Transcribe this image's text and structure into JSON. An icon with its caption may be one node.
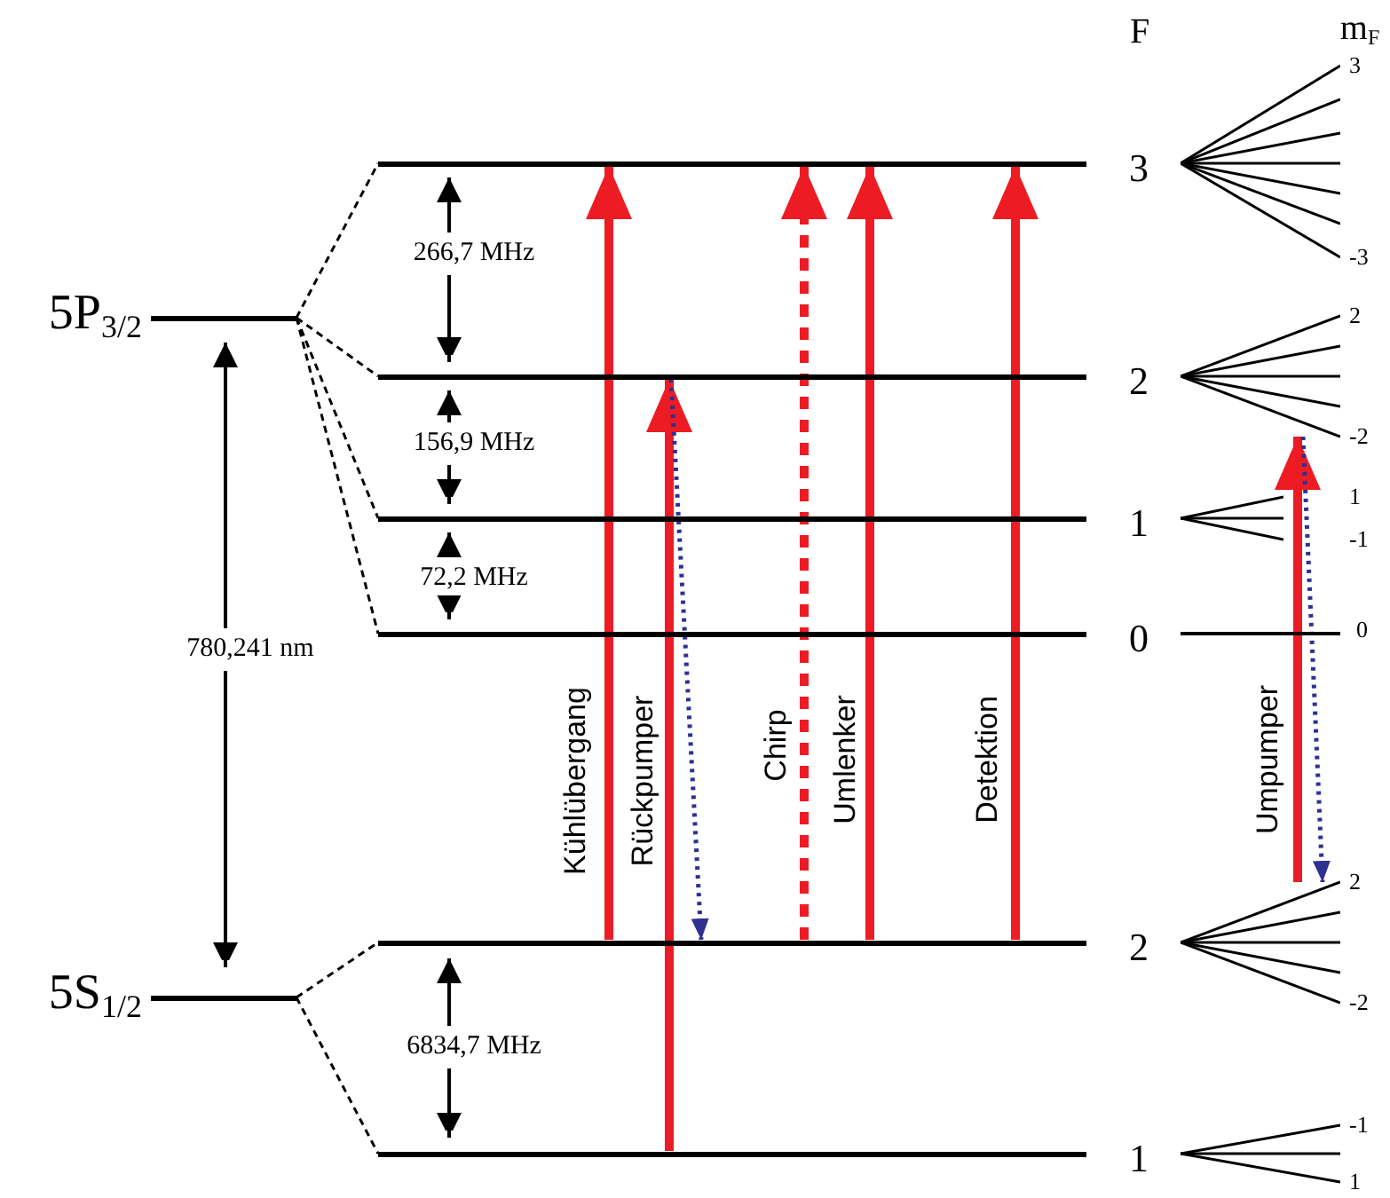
{
  "diagram": {
    "nodes": [
      {
        "text": [],
        "shape": "bar",
        "beside": [
          "5P$_{3/2}$"
        ]
      },
      {
        "text": [],
        "shape": "bar",
        "beside": [
          "5S$_{1/2}$"
        ]
      },
      {
        "text": [],
        "shape": "bar",
        "beside": [
          "3"
        ]
      },
      {
        "text": [],
        "shape": "bar",
        "beside": [
          "2"
        ]
      },
      {
        "text": [],
        "shape": "bar",
        "beside": [
          "1"
        ]
      },
      {
        "text": [],
        "shape": "bar",
        "beside": [
          "0"
        ]
      },
      {
        "text": [],
        "shape": "bar",
        "beside": [
          "2"
        ]
      },
      {
        "text": [],
        "shape": "bar",
        "beside": [
          "1"
        ]
      },
      {
        "text": [],
        "shape": "fan",
        "beside": [
          "3",
          "-3"
        ]
      },
      {
        "text": [],
        "shape": "fan",
        "beside": [
          "2",
          "-2"
        ]
      },
      {
        "text": [],
        "shape": "fan",
        "beside": [
          "1",
          "-1"
        ]
      },
      {
        "text": [],
        "shape": "bar",
        "beside": [
          "0"
        ]
      },
      {
        "text": [],
        "shape": "fan",
        "beside": [
          "2",
          "-2"
        ]
      },
      {
        "text": [],
        "shape": "fan",
        "beside": [
          "-1",
          "1"
        ]
      }
    ],
    "edges": [
      {
        "from": 0,
        "to": 2,
        "arrow": "none",
        "style": "dashed"
      },
      {
        "from": 0,
        "to": 3,
        "arrow": "none",
        "style": "dashed"
      },
      {
        "from": 0,
        "to": 4,
        "arrow": "none",
        "style": "dashed"
      },
      {
        "from": 0,
        "to": 5,
        "arrow": "none",
        "style": "dashed"
      },
      {
        "from": 1,
        "to": 6,
        "arrow": "none",
        "style": "dashed"
      },
      {
        "from": 1,
        "to": 7,
        "arrow": "none",
        "style": "dashed"
      },
      {
        "from": 6,
        "to": 2,
        "arrow": "to",
        "label": "Kühlübergang",
        "style": "thick",
        "color": "#ed1c24"
      },
      {
        "from": 7,
        "to": 3,
        "arrow": "to",
        "label": "Rückpumper",
        "style": "thick",
        "color": "#ed1c24"
      },
      {
        "from": 3,
        "to": 6,
        "arrow": "to",
        "style": "dashed",
        "color": "#2e3192"
      },
      {
        "from": 6,
        "to": 2,
        "arrow": "to",
        "label": "Chirp",
        "style": "dashed",
        "color": "#ed1c24"
      },
      {
        "from": 6,
        "to": 2,
        "arrow": "to",
        "label": "Umlenker",
        "style": "thick",
        "color": "#ed1c24"
      },
      {
        "from": 6,
        "to": 2,
        "arrow": "to",
        "label": "Detektion",
        "style": "thick",
        "color": "#ed1c24"
      },
      {
        "from": 12,
        "to": 9,
        "arrow": "to",
        "label": "Umpumper",
        "style": "thick",
        "color": "#ed1c24"
      },
      {
        "from": 9,
        "to": 12,
        "arrow": "to",
        "style": "dashed",
        "color": "#2e3192"
      }
    ],
    "labels": [
      "F",
      "m$_{F}$",
      "266,7 MHz",
      "156,9 MHz",
      "72,2 MHz",
      "780,241 nm",
      "6834,7 MHz"
    ]
  }
}
